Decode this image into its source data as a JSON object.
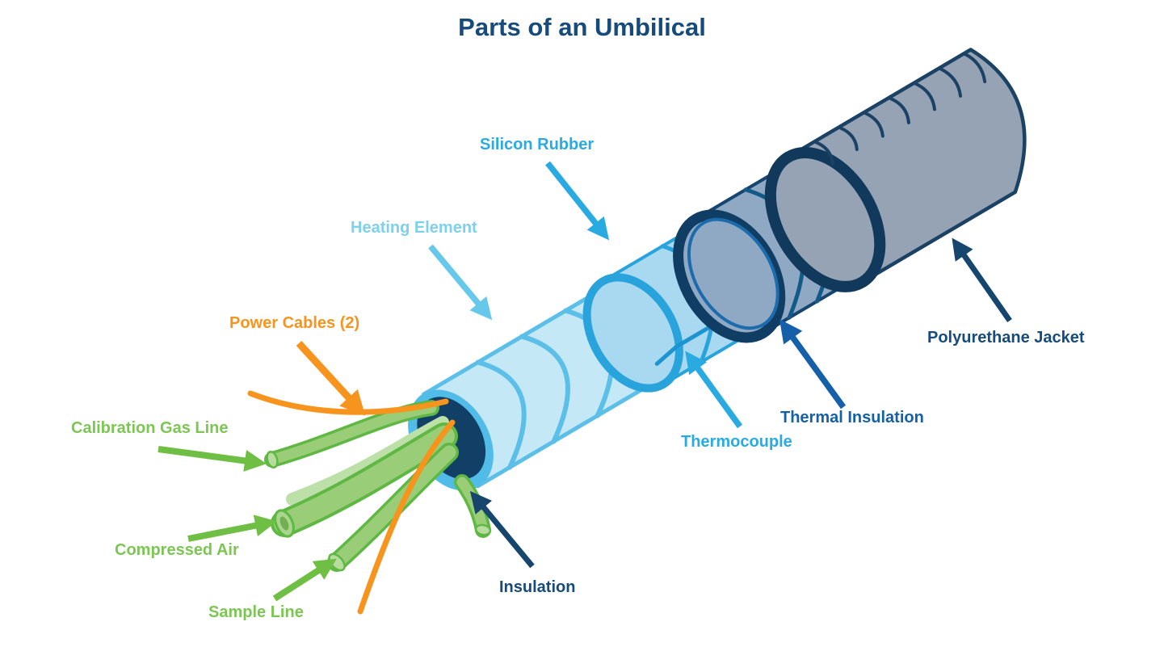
{
  "title": "Parts of an Umbilical",
  "diagram": {
    "labels": {
      "silicon_rubber": "Silicon Rubber",
      "heating_element": "Heating Element",
      "power_cables": "Power Cables (2)",
      "calibration_gas_line": "Calibration Gas Line",
      "compressed_air": "Compressed Air",
      "sample_line": "Sample Line",
      "insulation": "Insulation",
      "thermocouple": "Thermocouple",
      "thermal_insulation": "Thermal Insulation",
      "polyurethane_jacket": "Polyurethane Jacket"
    },
    "colors": {
      "title_navy": "#174B7B",
      "label_blue": "#29ABE2",
      "label_light_blue": "#7FD0EC",
      "label_orange": "#F7941E",
      "label_green": "#7CC653",
      "label_navy": "#174B7B",
      "label_medium_blue": "#1560A8",
      "heating_element_fill": "#C5E8F7",
      "heating_element_line": "#5BBFE8",
      "silicon_rubber_fill": "#A8D9F1",
      "silicon_rubber_line": "#29A3DC",
      "thermal_insulation_fill": "#8FA9C4",
      "thermal_insulation_line": "#1C6CAD",
      "polyurethane_jacket_fill": "#95A3B4",
      "polyurethane_jacket_line": "#1B4265",
      "insulation_face_fill": "#123F66",
      "cut_ring_fill": "#52BCE8",
      "tube_green_fill": "#9ACD77",
      "tube_green_line": "#5FB744",
      "cable_orange": "#F7941E"
    }
  }
}
